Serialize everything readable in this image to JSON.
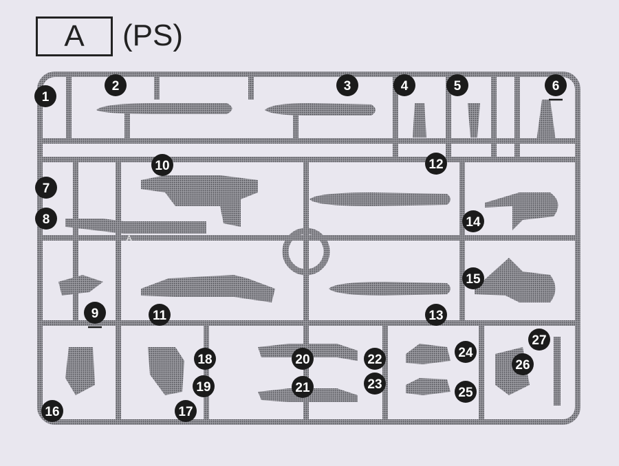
{
  "header": {
    "sprue_letter": "A",
    "sprue_sub": "(PS)"
  },
  "frame_mark": "A",
  "parts": [
    {
      "label": "1"
    },
    {
      "label": "2"
    },
    {
      "label": "3"
    },
    {
      "label": "4"
    },
    {
      "label": "5"
    },
    {
      "label": "6",
      "underline": true
    },
    {
      "label": "7"
    },
    {
      "label": "8"
    },
    {
      "label": "9",
      "underline": true
    },
    {
      "label": "10"
    },
    {
      "label": "11"
    },
    {
      "label": "12"
    },
    {
      "label": "13"
    },
    {
      "label": "14"
    },
    {
      "label": "15"
    },
    {
      "label": "16"
    },
    {
      "label": "17"
    },
    {
      "label": "18"
    },
    {
      "label": "19"
    },
    {
      "label": "20"
    },
    {
      "label": "21"
    },
    {
      "label": "22"
    },
    {
      "label": "23"
    },
    {
      "label": "24"
    },
    {
      "label": "25"
    },
    {
      "label": "26"
    },
    {
      "label": "27"
    }
  ],
  "colors": {
    "background": "#e9e7ef",
    "sprue": "#7a7a80",
    "ink": "#1b1b1b"
  }
}
